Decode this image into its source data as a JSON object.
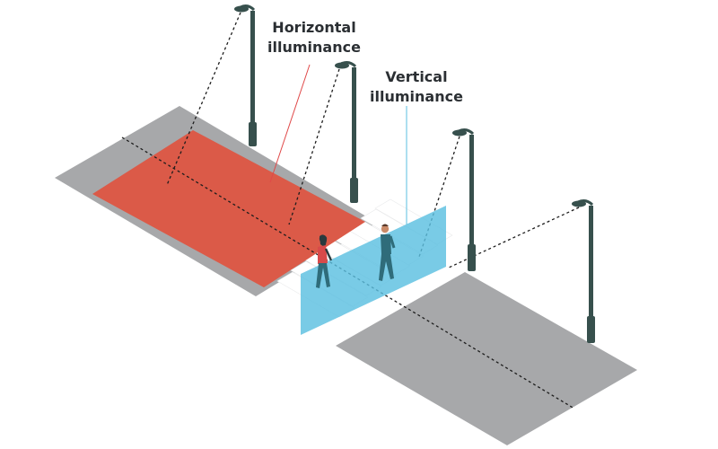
{
  "labels": {
    "horizontal_line1": "Horizontal",
    "horizontal_line2": "illuminance",
    "vertical_line1": "Vertical",
    "vertical_line2": "illuminance"
  },
  "colors": {
    "road": "#a7a8aa",
    "horizontal_area": "#db5a48",
    "vertical_plane": "#5bbfe0",
    "pole": "#37504d",
    "text": "#2b2f33",
    "crosswalk_stripe": "#ffffff"
  },
  "icons": [
    "street-lamp-icon",
    "pedestrian-woman-icon",
    "pedestrian-man-icon"
  ]
}
